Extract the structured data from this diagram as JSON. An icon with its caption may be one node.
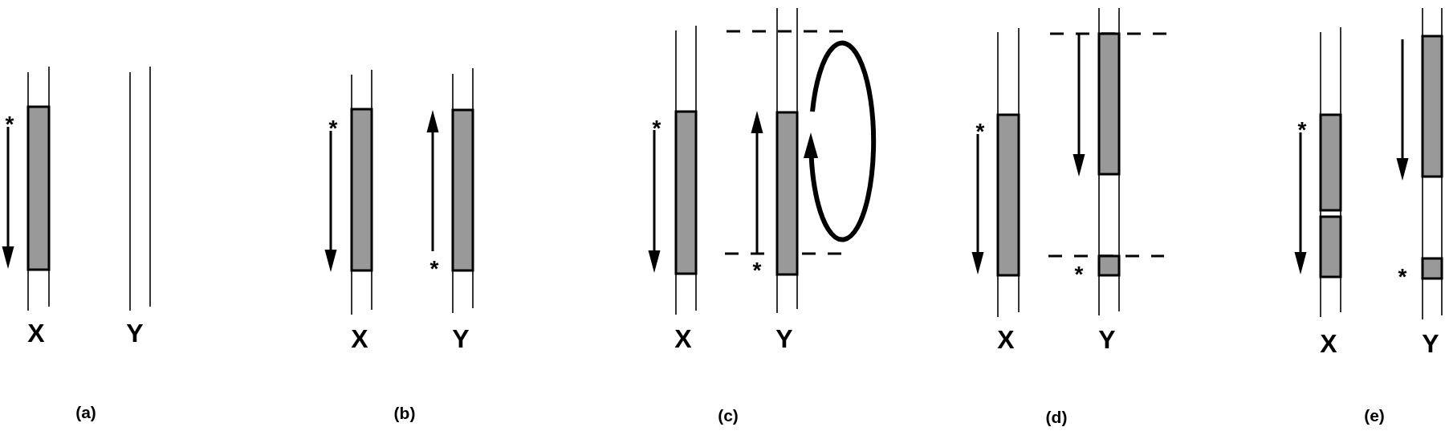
{
  "diagram": {
    "nodes": [
      {
        "text": [
          "X"
        ],
        "beside": [
          "*"
        ]
      },
      {
        "text": [
          "Y"
        ]
      },
      {
        "text": [
          "X"
        ],
        "beside": [
          "*"
        ]
      },
      {
        "text": [
          "Y"
        ],
        "beside": [
          "*"
        ]
      },
      {
        "text": [
          "X"
        ],
        "beside": [
          "*"
        ]
      },
      {
        "text": [
          "Y"
        ],
        "beside": [
          "*"
        ]
      },
      {
        "text": [
          "X"
        ],
        "beside": [
          "*"
        ]
      },
      {
        "text": [
          "Y"
        ],
        "beside": [
          "*"
        ]
      },
      {
        "text": [
          "X"
        ],
        "beside": [
          "*"
        ]
      },
      {
        "text": [
          "Y"
        ],
        "beside": [
          "*"
        ]
      }
    ],
    "labels": [
      "(a)",
      "(b)",
      "(c)",
      "(d)",
      "(e)"
    ]
  }
}
